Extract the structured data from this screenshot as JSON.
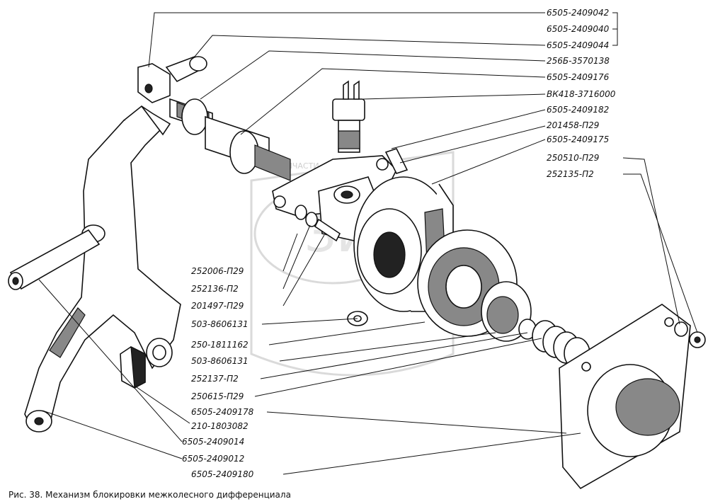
{
  "caption": "Рис. 38. Механизм блокировки межколесного дифференциала",
  "watermark": {
    "line1": "ЗИП",
    "line2": "ЗАПЧАСТИ"
  },
  "labels_right": [
    "6505-2409042",
    "6505-2409040",
    "6505-2409044",
    "256Б-3570138",
    "6505-2409176",
    "ВК418-3716000",
    "6505-2409182",
    "201458-П29",
    "6505-2409175",
    "250510-П29",
    "252135-П2"
  ],
  "labels_left": [
    "252006-П29",
    "252136-П2",
    "201497-П29",
    "503-8606131",
    "250-1811162",
    "503-8606131",
    "252137-П2",
    "250615-П29",
    "6505-2409178",
    "210-1803082",
    "6505-2409014",
    "6505-2409012",
    "6505-2409180"
  ]
}
